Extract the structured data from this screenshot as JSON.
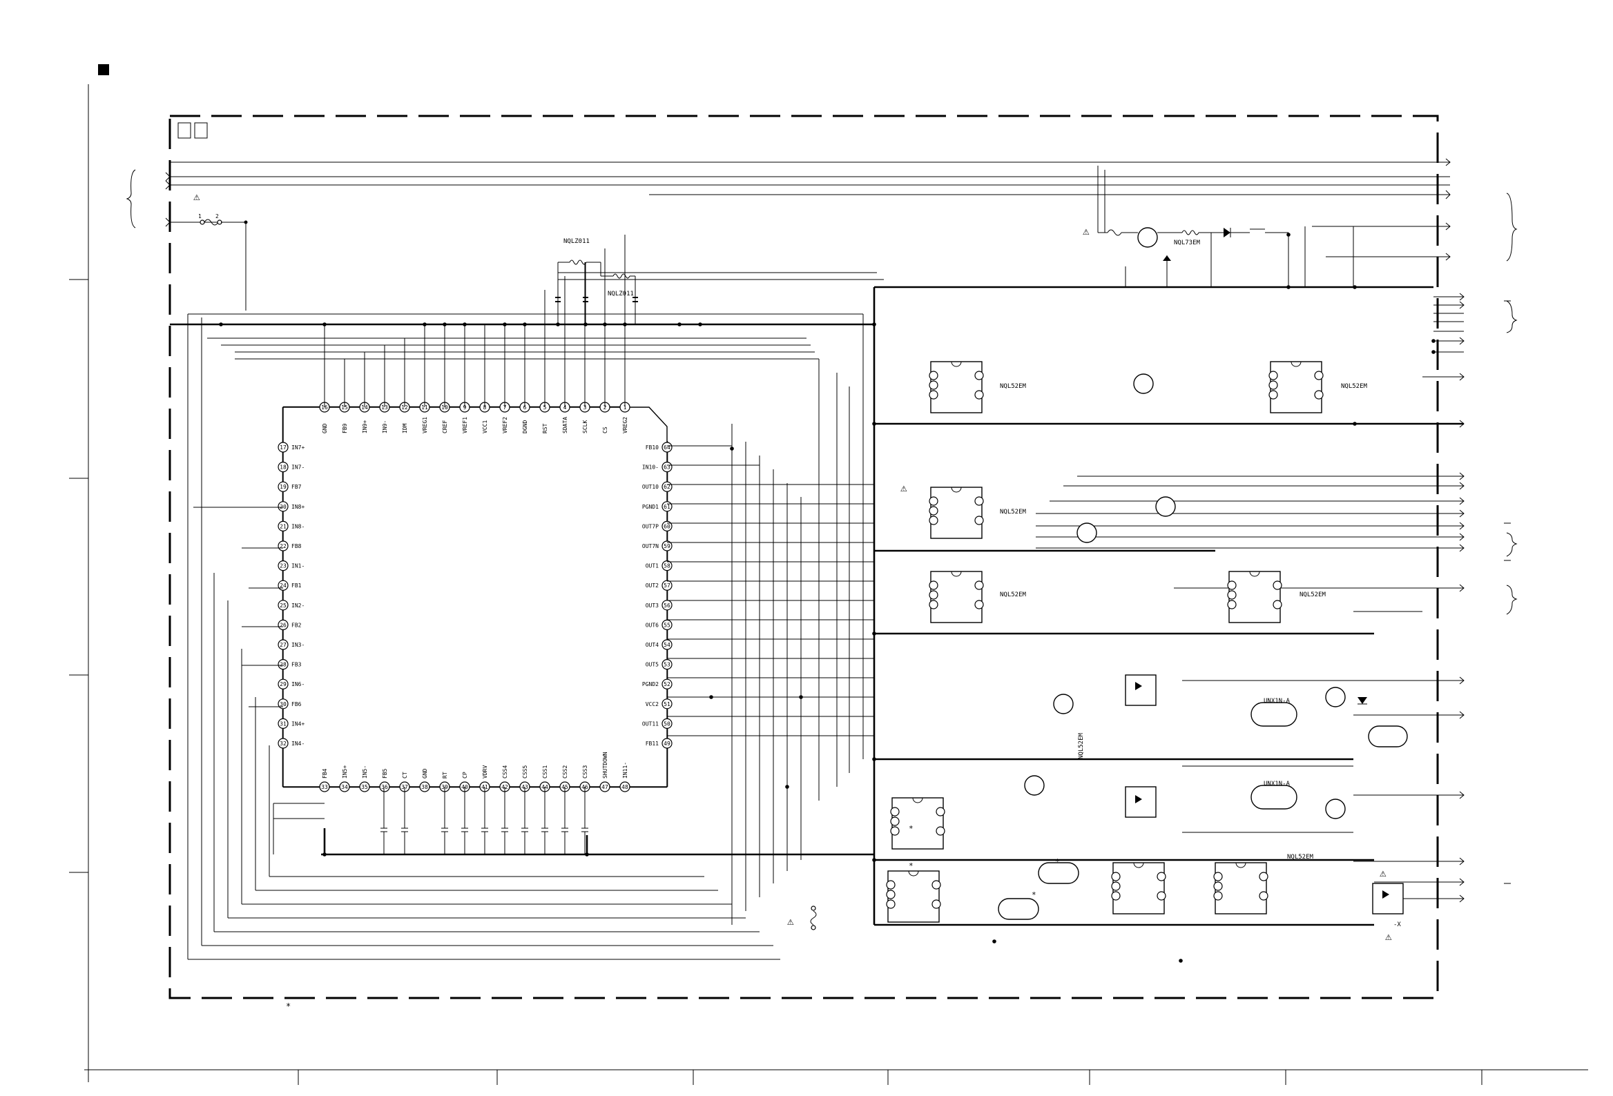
{
  "markers": {
    "corner_square": "■",
    "asterisk": "*",
    "warning_symbol": "⚠",
    "minus_x": "-X"
  },
  "ic_main": {
    "top_pins": [
      {
        "num": "16",
        "name": "GND"
      },
      {
        "num": "15",
        "name": "FB9"
      },
      {
        "num": "14",
        "name": "IN9+"
      },
      {
        "num": "13",
        "name": "IN9-"
      },
      {
        "num": "12",
        "name": "IDM"
      },
      {
        "num": "11",
        "name": "VREG1"
      },
      {
        "num": "10",
        "name": "CREF"
      },
      {
        "num": "9",
        "name": "VREF1"
      },
      {
        "num": "8",
        "name": "VCC1"
      },
      {
        "num": "7",
        "name": "VREF2"
      },
      {
        "num": "6",
        "name": "DGND"
      },
      {
        "num": "5",
        "name": "RST"
      },
      {
        "num": "4",
        "name": "SDATA"
      },
      {
        "num": "3",
        "name": "SCLK"
      },
      {
        "num": "2",
        "name": "CS"
      },
      {
        "num": "1",
        "name": "VREG2"
      }
    ],
    "left_pins": [
      {
        "num": "17",
        "name": "IN7+"
      },
      {
        "num": "18",
        "name": "IN7-"
      },
      {
        "num": "19",
        "name": "FB7"
      },
      {
        "num": "20",
        "name": "IN8+"
      },
      {
        "num": "21",
        "name": "IN8-"
      },
      {
        "num": "22",
        "name": "FB8"
      },
      {
        "num": "23",
        "name": "IN1-"
      },
      {
        "num": "24",
        "name": "FB1"
      },
      {
        "num": "25",
        "name": "IN2-"
      },
      {
        "num": "26",
        "name": "FB2"
      },
      {
        "num": "27",
        "name": "IN3-"
      },
      {
        "num": "28",
        "name": "FB3"
      },
      {
        "num": "29",
        "name": "IN6-"
      },
      {
        "num": "30",
        "name": "FB6"
      },
      {
        "num": "31",
        "name": "IN4+"
      },
      {
        "num": "32",
        "name": "IN4-"
      }
    ],
    "right_pins": [
      {
        "num": "64",
        "name": "FB10"
      },
      {
        "num": "63",
        "name": "IN10-"
      },
      {
        "num": "62",
        "name": "OUT10"
      },
      {
        "num": "61",
        "name": "PGND1"
      },
      {
        "num": "60",
        "name": "OUT7P"
      },
      {
        "num": "59",
        "name": "OUT7N"
      },
      {
        "num": "58",
        "name": "OUT1"
      },
      {
        "num": "57",
        "name": "OUT2"
      },
      {
        "num": "56",
        "name": "OUT3"
      },
      {
        "num": "55",
        "name": "OUT6"
      },
      {
        "num": "54",
        "name": "OUT4"
      },
      {
        "num": "53",
        "name": "OUT5"
      },
      {
        "num": "52",
        "name": "PGND2"
      },
      {
        "num": "51",
        "name": "VCC2"
      },
      {
        "num": "50",
        "name": "OUT11"
      },
      {
        "num": "49",
        "name": "FB11"
      }
    ],
    "bottom_pins": [
      {
        "num": "33",
        "name": "FB4"
      },
      {
        "num": "34",
        "name": "IN5+"
      },
      {
        "num": "35",
        "name": "IN5-"
      },
      {
        "num": "36",
        "name": "FB5"
      },
      {
        "num": "37",
        "name": "CT"
      },
      {
        "num": "38",
        "name": "GND"
      },
      {
        "num": "39",
        "name": "RT"
      },
      {
        "num": "40",
        "name": "CP"
      },
      {
        "num": "41",
        "name": "VDRV"
      },
      {
        "num": "42",
        "name": "CSS4"
      },
      {
        "num": "43",
        "name": "CSS5"
      },
      {
        "num": "44",
        "name": "CSS1"
      },
      {
        "num": "45",
        "name": "CSS2"
      },
      {
        "num": "46",
        "name": "CSS3"
      },
      {
        "num": "47",
        "name": "SHUTDOWN"
      },
      {
        "num": "48",
        "name": "IN11-"
      }
    ]
  },
  "parts": {
    "nqlz011_a": "NQLZ011",
    "nqlz011_b": "NQLZ011",
    "nql73em": "NQL73EM",
    "nql52em_1": "NQL52EM",
    "nql52em_2": "NQL52EM",
    "nql52em_3": "NQL52EM",
    "nql52em_4": "NQL52EM",
    "nql52em_5": "NQL52EM",
    "nql52em_6": "NQL52EM",
    "nql52em_7": "NQL52EM",
    "unx1n_a": "UNX1N-A",
    "unx1n_b": "UNX1N-A"
  },
  "colors": {
    "ink": "#000000",
    "paper": "#ffffff"
  }
}
